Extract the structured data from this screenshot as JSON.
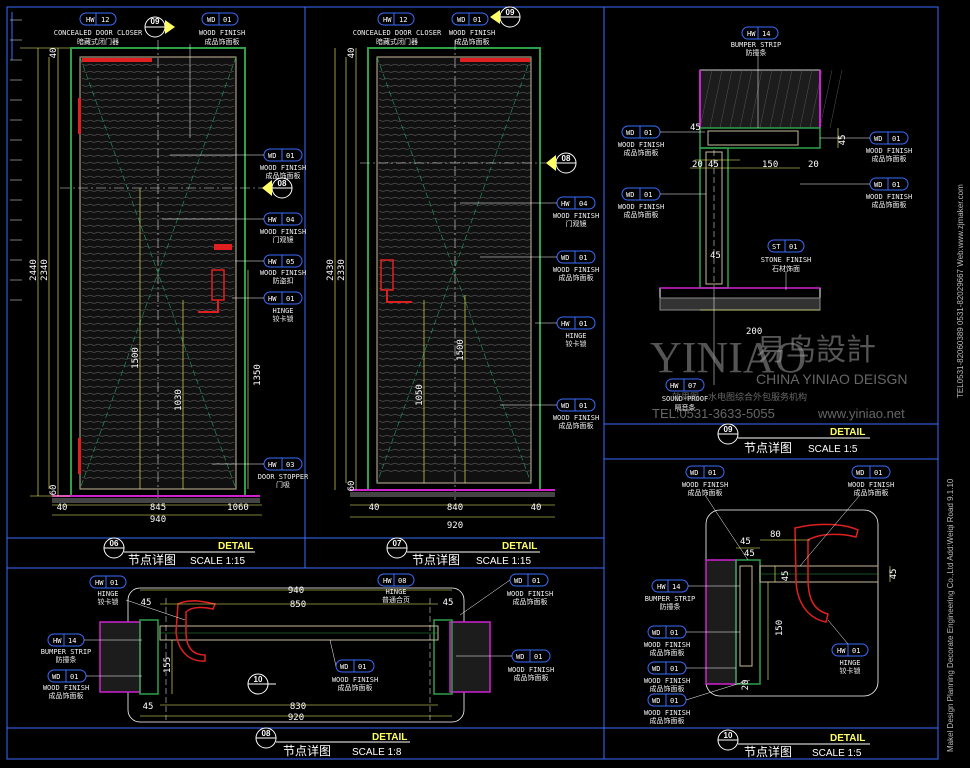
{
  "colors": {
    "frame": "#3a6cff",
    "door": "#2ea04a",
    "wood": "#c9b79a",
    "dim": "#ffff66",
    "tag": "#3a6cff",
    "red": "#e02020",
    "magenta": "#d020d0",
    "cyan": "#20c0c0"
  },
  "panels": {
    "p06": {
      "num": "06",
      "detail": "DETAIL",
      "title": "节点详图",
      "scale": "SCALE 1:15"
    },
    "p07": {
      "num": "07",
      "detail": "DETAIL",
      "title": "节点详图",
      "scale": "SCALE 1:15"
    },
    "p08": {
      "num": "08",
      "detail": "DETAIL",
      "title": "节点详图",
      "scale": "SCALE 1:8"
    },
    "p09": {
      "num": "09",
      "detail": "DETAIL",
      "title": "节点详图",
      "scale": "SCALE 1:5"
    },
    "p10": {
      "num": "10",
      "detail": "DETAIL",
      "title": "节点详图",
      "scale": "SCALE 1:5"
    }
  },
  "callouts": {
    "hw12": {
      "code": "HW",
      "num": "12",
      "en": "CONCEALED DOOR CLOSER",
      "cn": "暗藏式闭门器"
    },
    "wd01": {
      "code": "WD",
      "num": "01",
      "en": "WOOD FINISH",
      "cn": "成品饰面板"
    },
    "hw04": {
      "code": "HW",
      "num": "04",
      "en": "WOOD FINISH",
      "cn": "门观镜"
    },
    "hw05": {
      "code": "HW",
      "num": "05",
      "en": "WOOD FINISH",
      "cn": "防盗扣"
    },
    "hw01": {
      "code": "HW",
      "num": "01",
      "en": "HINGE",
      "cn": "铰卡锁"
    },
    "hw03": {
      "code": "HW",
      "num": "03",
      "en": "DOOR STOPPER",
      "cn": "门吸"
    },
    "hw14": {
      "code": "HW",
      "num": "14",
      "en": "BUMPER STRIP",
      "cn": "防撞条"
    },
    "st01": {
      "code": "ST",
      "num": "01",
      "en": "STONE FINISH",
      "cn": "石材饰面"
    },
    "hw07": {
      "code": "HW",
      "num": "07",
      "en": "SOUND-PROOF",
      "cn": "隔音条"
    },
    "hw08": {
      "code": "HW",
      "num": "08",
      "en": "HINGE",
      "cn": "普通合页"
    }
  },
  "sections": {
    "s09": "09",
    "s08": "08",
    "s10": "10"
  },
  "dims": {
    "d06": {
      "h1": "2440",
      "h2": "2340",
      "t": "40",
      "b": "60",
      "v1": "1500",
      "v2": "1030",
      "v3": "1350",
      "w1": "40",
      "w2": "845",
      "w3": "1060",
      "w4": "940"
    },
    "d07": {
      "h1": "2430",
      "h2": "2330",
      "t": "40",
      "b": "60",
      "v1": "1500",
      "v2": "1050",
      "w1": "40",
      "w2": "840",
      "w3": "40",
      "w4": "920"
    },
    "d09": {
      "a": "45",
      "b": "20",
      "c": "45",
      "d": "150",
      "e": "20",
      "f": "45",
      "g": "200"
    },
    "d08": {
      "top": "940",
      "mid": "850",
      "bot1": "830",
      "bot2": "920",
      "l": "45",
      "r": "45",
      "h": "155",
      "lb": "45"
    },
    "d10": {
      "a": "45",
      "b": "80",
      "c": "45",
      "d": "45",
      "e": "20",
      "f": "45",
      "g": "150"
    }
  },
  "watermark": {
    "cn": "易鸟設計",
    "en": "CHINA YINIAO DEISGN",
    "line": "效果图、水电图综合外包服务机构",
    "tel": "TEL:0531-3633-5055",
    "url": "www.yiniao.net"
  },
  "sidetext": {
    "left": "Makel Design Planning Decorate Engineering Co.,Ltd  Add:Weiqi Road 9.1.10",
    "right": "TEL0531-82060389  0531-82029667   Web:www.zjmaker.com"
  }
}
